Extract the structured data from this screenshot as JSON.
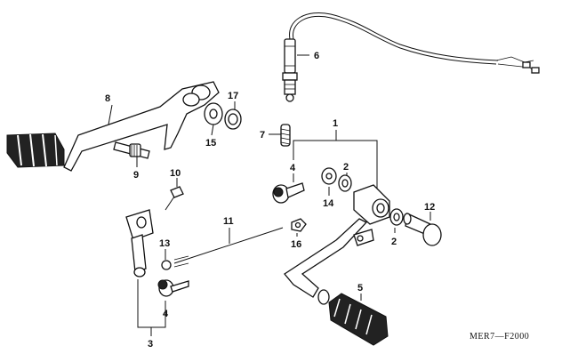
{
  "diagram": {
    "callouts": [
      {
        "id": "c1",
        "text": "1"
      },
      {
        "id": "c2a",
        "text": "2"
      },
      {
        "id": "c2b",
        "text": "2"
      },
      {
        "id": "c3",
        "text": "3"
      },
      {
        "id": "c4a",
        "text": "4"
      },
      {
        "id": "c4b",
        "text": "4"
      },
      {
        "id": "c5",
        "text": "5"
      },
      {
        "id": "c6",
        "text": "6"
      },
      {
        "id": "c7",
        "text": "7"
      },
      {
        "id": "c8",
        "text": "8"
      },
      {
        "id": "c9",
        "text": "9"
      },
      {
        "id": "c10",
        "text": "10"
      },
      {
        "id": "c11",
        "text": "11"
      },
      {
        "id": "c12",
        "text": "12"
      },
      {
        "id": "c13",
        "text": "13"
      },
      {
        "id": "c14",
        "text": "14"
      },
      {
        "id": "c15",
        "text": "15"
      },
      {
        "id": "c16",
        "text": "16"
      },
      {
        "id": "c17",
        "text": "17"
      }
    ],
    "drawing_code": "MER7—F2000"
  }
}
